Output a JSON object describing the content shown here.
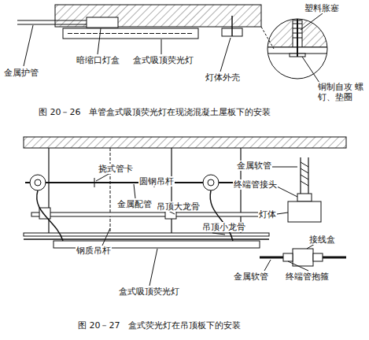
{
  "diagram": {
    "labels": [
      "塑料胀塞",
      "金属护管",
      "暗缩口灯盒",
      "盒式吸顶荧光灯",
      "灯体外壳",
      "铜制自攻 螺钉、垫圈",
      "图 20－26　单管盒式吸顶荧光灯在现浇混凝土屋板下的安装",
      "挠式管卡",
      "圆钢吊杆",
      "金属配管",
      "吊顶大龙骨",
      "吊顶小龙骨",
      "钢质吊杆",
      "盒式吸顶荧光灯",
      "金属软管",
      "终端管接头",
      "灯体",
      "接线盒",
      "金属软管",
      "终端管抱箍",
      "图 20－27　盒式荧光灯在吊顶板下的安装"
    ]
  }
}
